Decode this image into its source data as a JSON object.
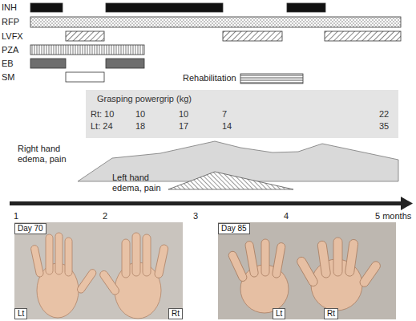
{
  "diagram": {
    "nodes": [
      {
        "text": [
          "Grasping powergrip (kg)",
          "Rt: 10",
          "10",
          "10",
          "7",
          "22",
          "Lt: 24",
          "18",
          "17",
          "14",
          "35"
        ]
      },
      {
        "text": [
          "Day 70"
        ]
      },
      {
        "text": [
          "Lt"
        ]
      },
      {
        "text": [
          "Rt"
        ]
      },
      {
        "text": [
          "Day 85"
        ]
      },
      {
        "text": [
          "Lt"
        ]
      },
      {
        "text": [
          "Rt"
        ]
      }
    ],
    "labels": [
      "INH",
      "RFP",
      "LVFX",
      "PZA",
      "EB",
      "SM",
      "Rehabilitation",
      "Right hand edema, pain",
      "Left hand edema, pain",
      "1",
      "2",
      "3",
      "4",
      "5 months"
    ]
  }
}
